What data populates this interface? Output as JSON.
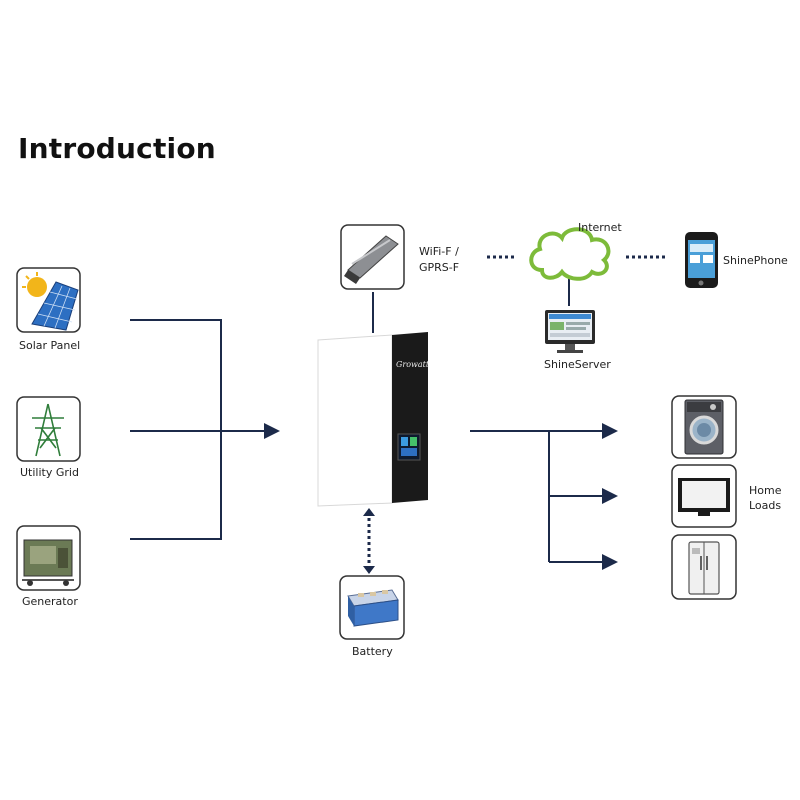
{
  "title": "Introduction",
  "labels": {
    "solar_panel": "Solar Panel",
    "utility_grid": "Utility Grid",
    "generator": "Generator",
    "wifi_line1": "WiFi-F /",
    "wifi_line2": "GPRS-F",
    "internet": "Internet",
    "shinephone": "ShinePhone",
    "shineserver": "ShineServer",
    "home_line1": "Home",
    "home_line2": "Loads",
    "battery": "Battery",
    "inverter_brand": "Growatt"
  },
  "colors": {
    "line": "#1c2a4a",
    "cloud": "#7dbb3a",
    "inverter_panel": "#1a1a1a"
  }
}
